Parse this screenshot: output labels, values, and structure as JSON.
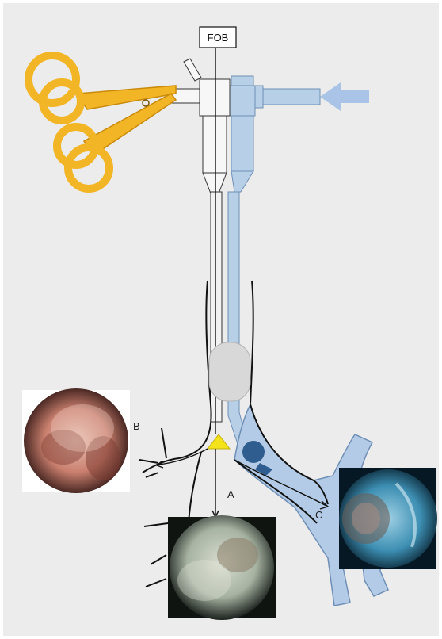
{
  "labels": {
    "fob": "FOB",
    "a": "A",
    "b": "B",
    "c": "C"
  },
  "colors": {
    "background_panel": "#ececec",
    "forceps": "#f2b526",
    "forceps_stroke": "#c98a0a",
    "tube_blue": "#b8cfe8",
    "tube_blue_stroke": "#6e8fb5",
    "airway_branch_blue": "#b3cbe6",
    "arrow_blue": "#a9c4e6",
    "blocker_balloon": "#2f5d8f",
    "cuff_grey": "#d8d8d8",
    "carina_marker": "#f4e21a",
    "outline": "#111111"
  },
  "icons": {
    "forceps": "forceps-icon",
    "inflow_arrow": "arrow-left-icon",
    "carina_marker": "triangle-icon"
  }
}
